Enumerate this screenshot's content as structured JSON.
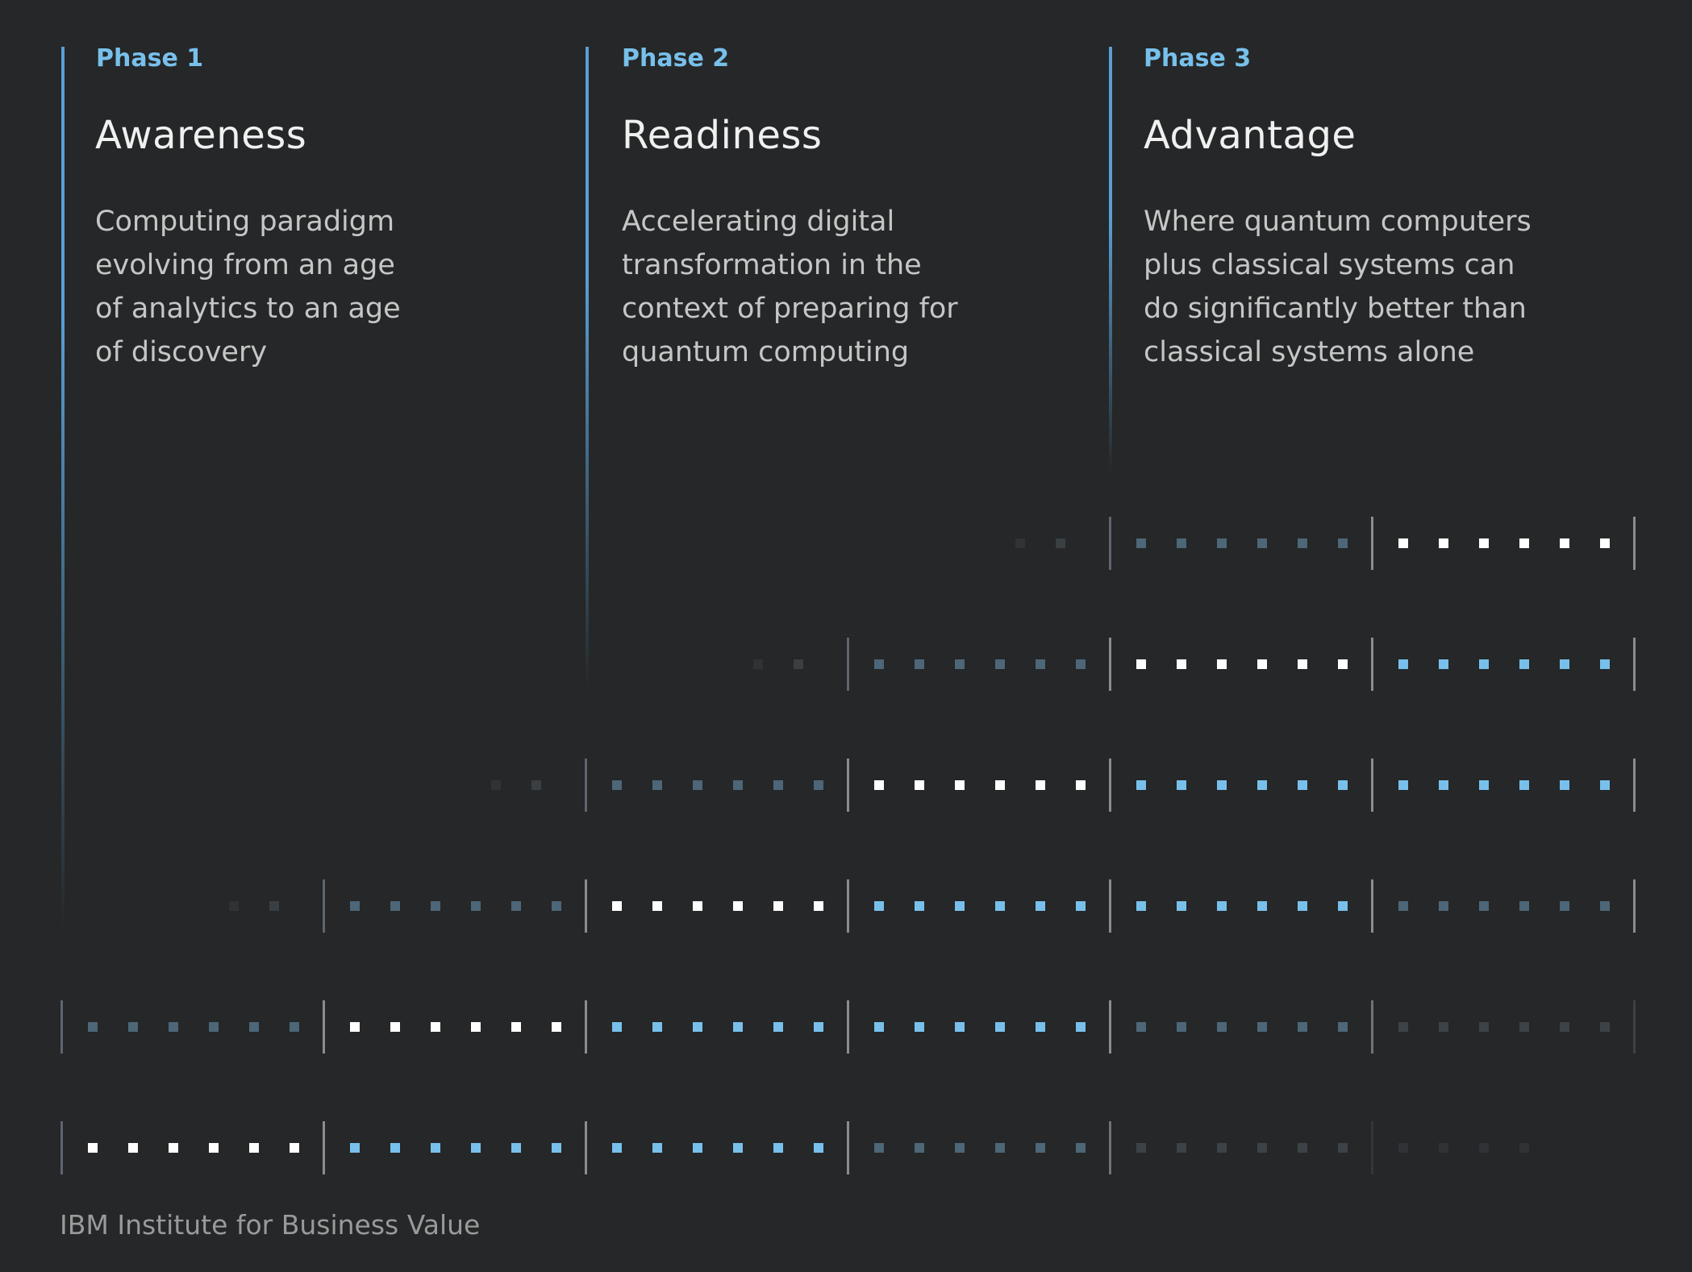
{
  "phases": [
    {
      "label": "Phase 1",
      "title": "Awareness",
      "description": [
        "Computing paradigm",
        "evolving from an age",
        "of analytics to an age",
        "of discovery"
      ],
      "line_color": "#5a9fd4"
    },
    {
      "label": "Phase 2",
      "title": "Readiness",
      "description": [
        "Accelerating digital",
        "transformation in the",
        "context of preparing for",
        "quantum computing"
      ],
      "line_color": "#5a9fd4"
    },
    {
      "label": "Phase 3",
      "title": "Advantage",
      "description": [
        "Where quantum computers",
        "plus classical systems can",
        "do significantly better than",
        "classical systems alone"
      ],
      "line_color": "#5a9fd4"
    }
  ],
  "footer": "IBM Institute for Business Value",
  "colors": {
    "background": "#252728",
    "accent_blue": "#78c0eb",
    "white": "#ffffff",
    "steel": "#4d6678",
    "grey": "#3d4246"
  },
  "wave_diagram": {
    "segments_per_row": 6,
    "dots_per_segment": 6,
    "rows": [
      {
        "segments": [
          "empty",
          "empty",
          "empty",
          "fade",
          "steel",
          "white",
          "tick"
        ]
      },
      {
        "segments": [
          "empty",
          "empty",
          "fade",
          "steel",
          "white",
          "blue",
          "tick"
        ]
      },
      {
        "segments": [
          "empty",
          "fade",
          "steel",
          "white",
          "blue",
          "blue",
          "tick"
        ]
      },
      {
        "segments": [
          "fade",
          "steel",
          "white",
          "blue",
          "blue",
          "steel",
          "tick"
        ]
      },
      {
        "segments": [
          "steel",
          "white",
          "blue",
          "blue",
          "steel",
          "grey",
          "tick-dim"
        ]
      },
      {
        "segments": [
          "white",
          "blue",
          "blue",
          "steel",
          "grey",
          "faint",
          "none"
        ]
      }
    ]
  }
}
